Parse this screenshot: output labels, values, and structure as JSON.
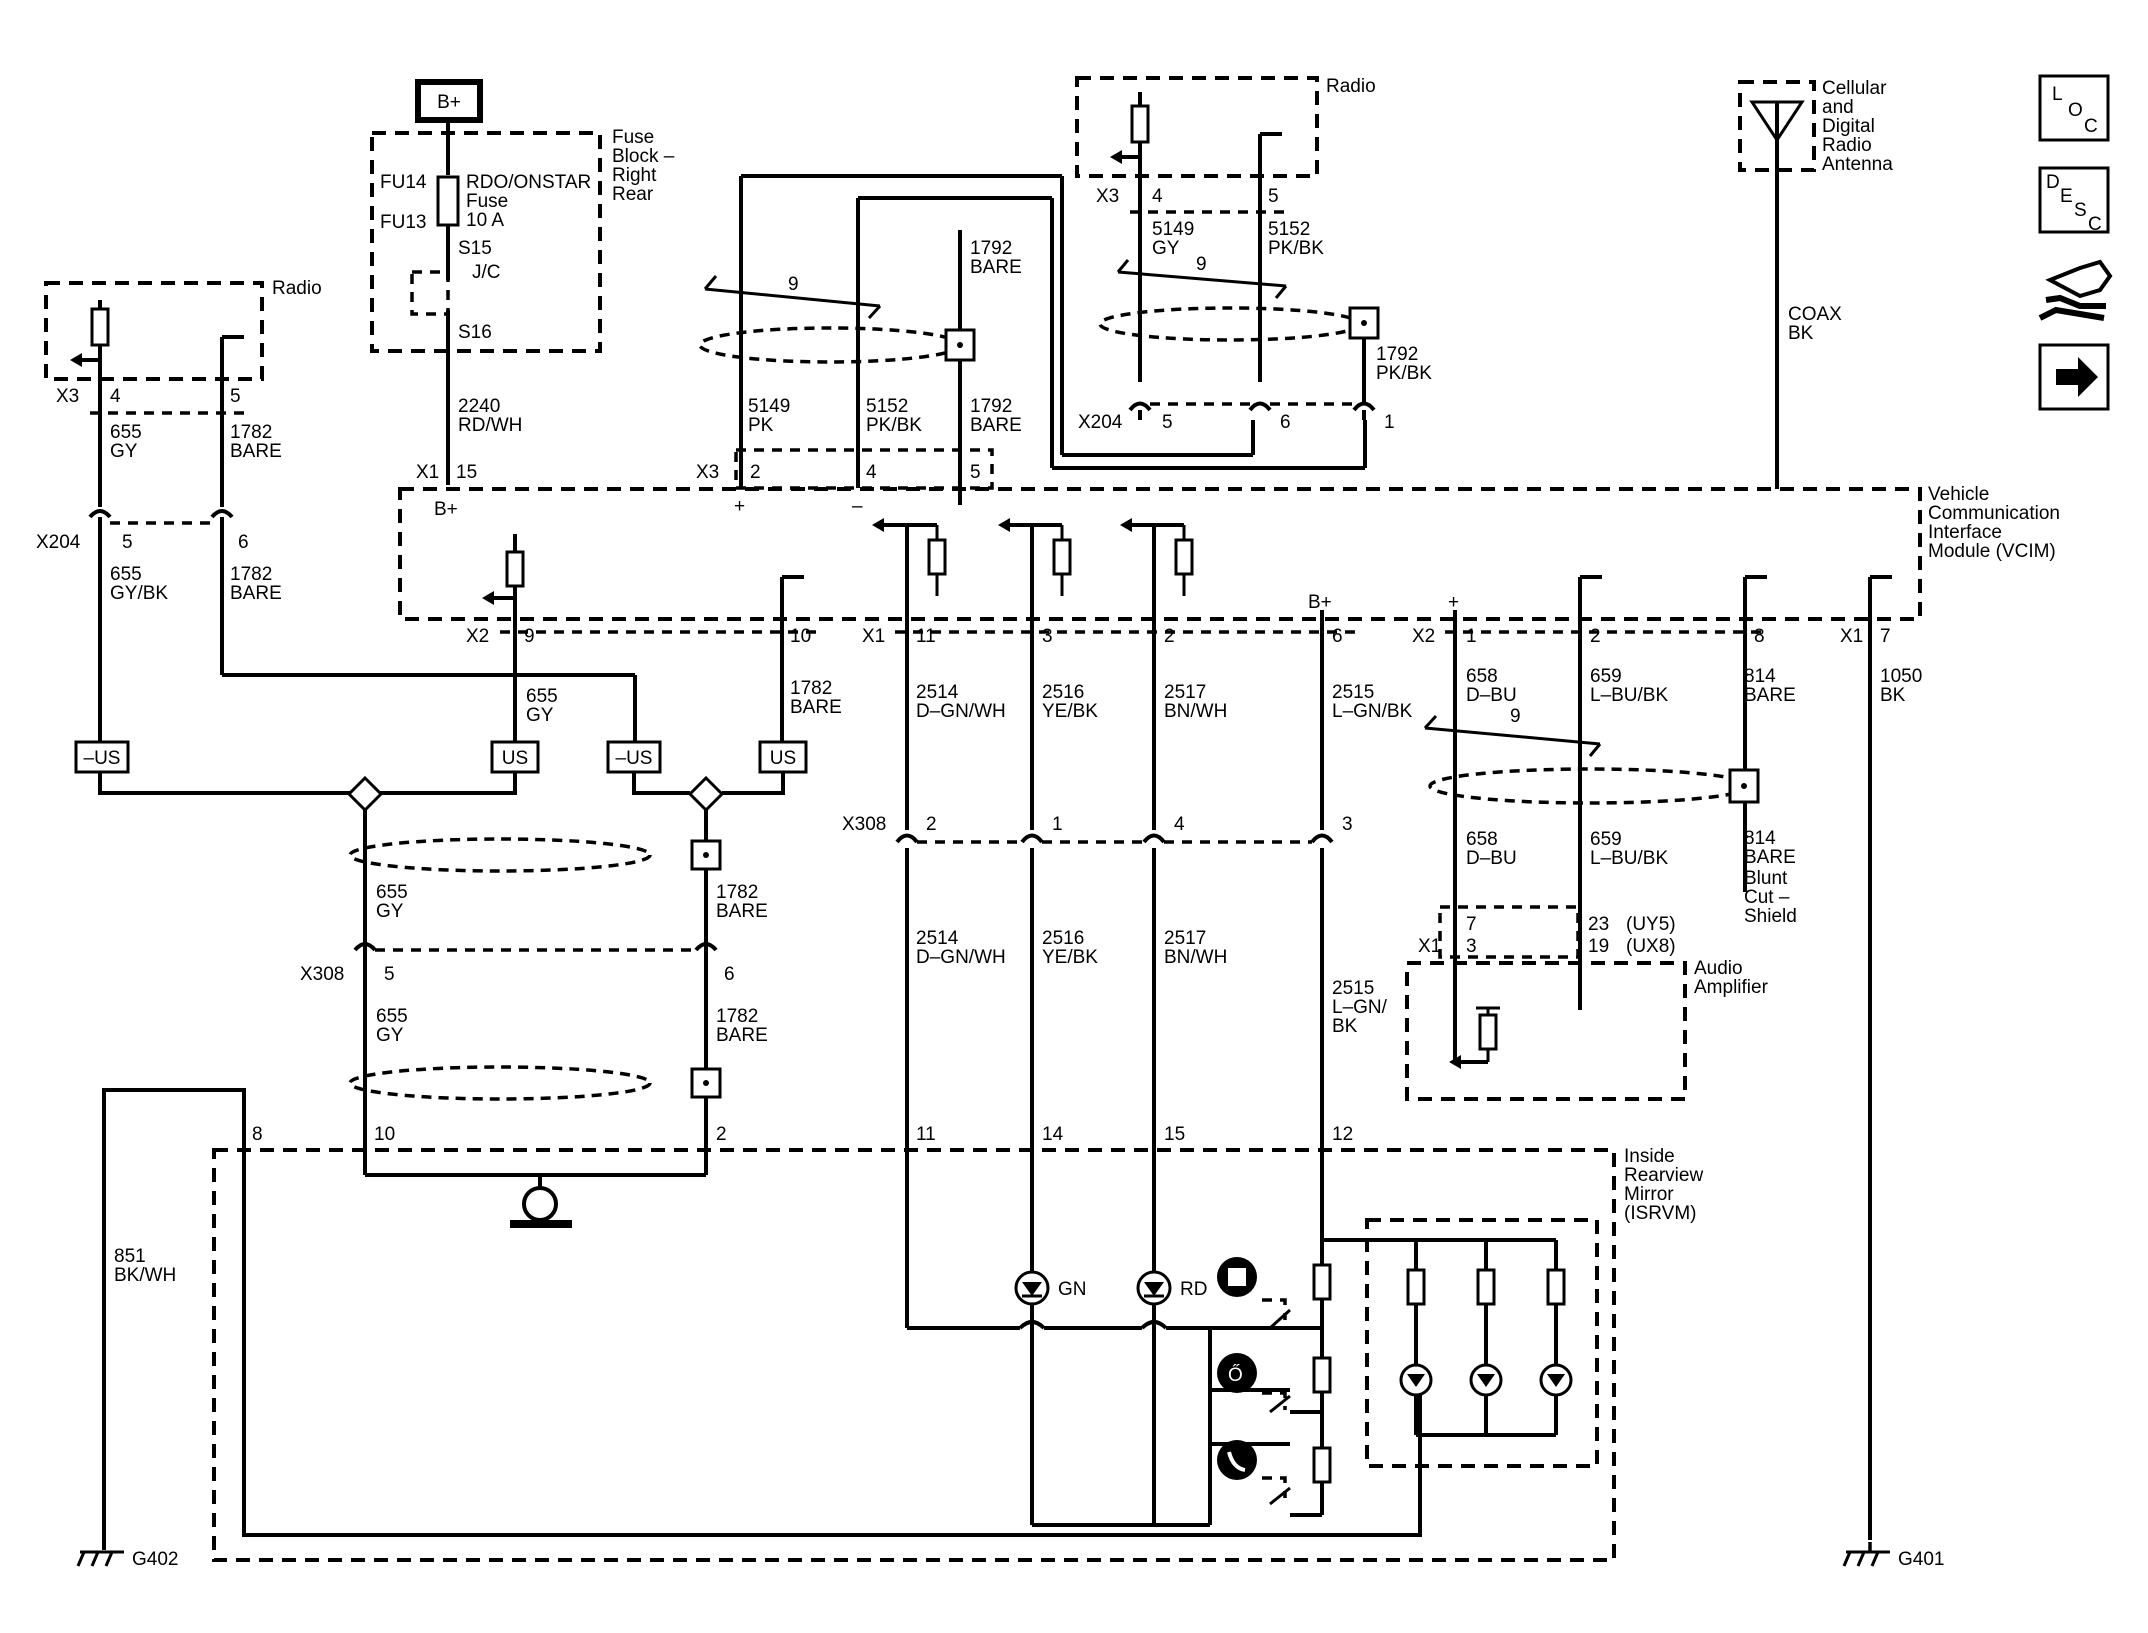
{
  "labels": {
    "b_plus": "B+",
    "fuse_block": [
      "Fuse",
      "Block –",
      "Right",
      "Rear"
    ],
    "fu14": "FU14",
    "fu13": "FU13",
    "fuse_name": [
      "RDO/ONSTAR",
      "Fuse",
      "10 A"
    ],
    "s15": "S15",
    "jc": "J/C",
    "s16": "S16",
    "radio": "Radio",
    "cellular": [
      "Cellular",
      "and",
      "Digital",
      "Radio",
      "Antenna"
    ],
    "vcim": [
      "Vehicle",
      "Communication",
      "Interface",
      "Module (VCIM)"
    ],
    "audio_amp": [
      "Audio",
      "Amplifier"
    ],
    "isrvm": [
      "Inside",
      "Rearview",
      "Mirror",
      "(ISRVM)"
    ],
    "blunt": [
      "Blunt",
      "Cut –",
      "Shield"
    ],
    "us": "US",
    "neg_us": "–US",
    "gn": "GN",
    "rd": "RD",
    "plus": "+",
    "minus": "–",
    "g402": "G402",
    "g401": "G401",
    "coax": [
      "COAX",
      "BK"
    ],
    "uy5": "(UY5)",
    "ux8": "(UX8)",
    "nine": "9"
  },
  "connectors": {
    "x1": "X1",
    "x2": "X2",
    "x3": "X3",
    "x204": "X204",
    "x308": "X308"
  },
  "pins": {
    "p1": "1",
    "p2": "2",
    "p3": "3",
    "p4": "4",
    "p5": "5",
    "p6": "6",
    "p7": "7",
    "p8": "8",
    "p9": "9",
    "p10": "10",
    "p11": "11",
    "p12": "12",
    "p14": "14",
    "p15": "15",
    "p19": "19",
    "p23": "23"
  },
  "wires": {
    "w655_gy": [
      "655",
      "GY"
    ],
    "w655_gybk": [
      "655",
      "GY/BK"
    ],
    "w1782": [
      "1782",
      "BARE"
    ],
    "w2240": [
      "2240",
      "RD/WH"
    ],
    "w5149_pk": [
      "5149",
      "PK"
    ],
    "w5152_pkbk": [
      "5152",
      "PK/BK"
    ],
    "w1792_bare": [
      "1792",
      "BARE"
    ],
    "w5149_gy": [
      "5149",
      "GY"
    ],
    "w1792_pkbk": [
      "1792",
      "PK/BK"
    ],
    "w2514": [
      "2514",
      "D–GN/WH"
    ],
    "w2516": [
      "2516",
      "YE/BK"
    ],
    "w2517": [
      "2517",
      "BN/WH"
    ],
    "w2515": [
      "2515",
      "L–GN/BK"
    ],
    "w2515b": [
      "2515",
      "L–GN/",
      "BK"
    ],
    "w658": [
      "658",
      "D–BU"
    ],
    "w659": [
      "659",
      "L–BU/BK"
    ],
    "w814": [
      "814",
      "BARE"
    ],
    "w1050": [
      "1050",
      "BK"
    ],
    "w851": [
      "851",
      "BK/WH"
    ]
  },
  "nav_icons": {
    "loc": [
      "L",
      "O",
      "C"
    ],
    "desc": [
      "D",
      "E",
      "S",
      "C"
    ],
    "service": "hand-wrench-icon",
    "next": "arrow-right-icon"
  }
}
